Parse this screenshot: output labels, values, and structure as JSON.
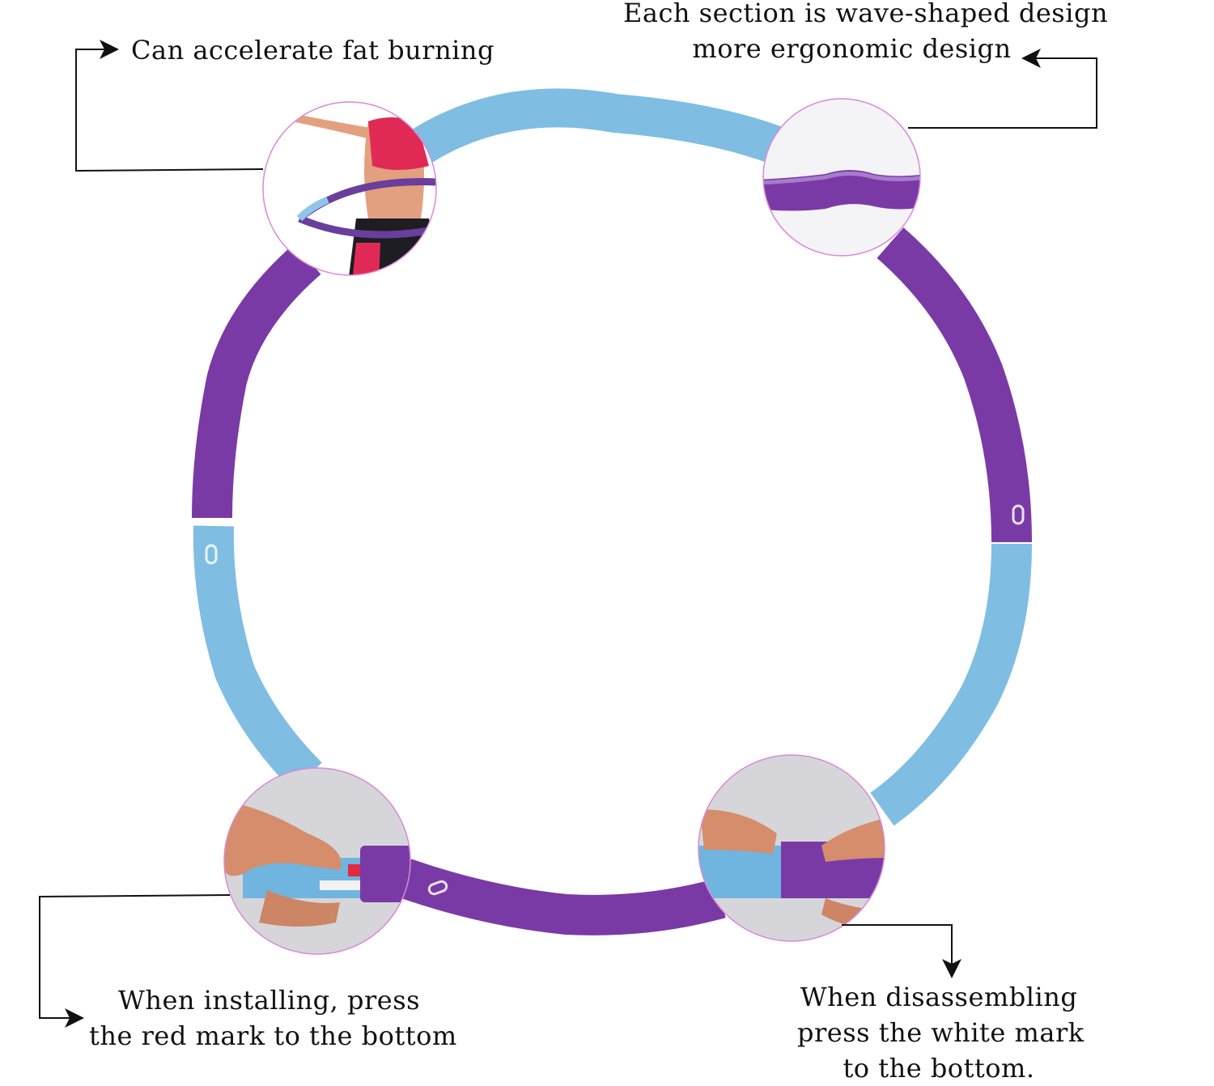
{
  "captions": {
    "top_left": {
      "line1": "Can accelerate fat burning"
    },
    "top_right": {
      "line1": "Each section is wave-shaped design",
      "line2": "more ergonomic design"
    },
    "bottom_left": {
      "line1": "When installing, press",
      "line2": "the red mark to the bottom"
    },
    "bottom_right": {
      "line1": "When disassembling",
      "line2": "press the white mark",
      "line3": "to the bottom."
    }
  },
  "colors": {
    "hoop_blue": "#7fbde3",
    "hoop_purple": "#7a3aa6",
    "hoop_purple_dark": "#5d2787",
    "callout_ring": "#d98ad6",
    "leader_line": "#111111",
    "skin": "#e3a07e",
    "top": "#e02a55"
  },
  "icons": [
    "arrow-right-icon",
    "arrow-left-icon",
    "arrow-down-icon",
    "button-marker-icon"
  ]
}
